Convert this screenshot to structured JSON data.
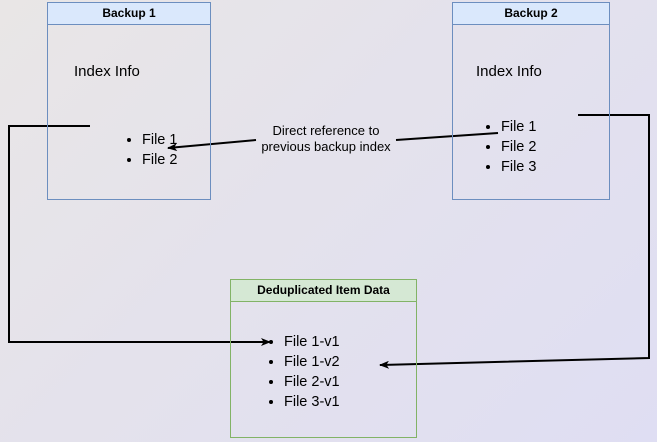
{
  "diagram": {
    "title": "Backup deduplication index reference diagram",
    "background": {
      "gradient_from": "#e9e6e6",
      "gradient_to": "#dfdef3"
    },
    "colors": {
      "blue_border": "#6c8ebf",
      "blue_fill": "#dae8fc",
      "green_border": "#82b366",
      "green_fill": "#d5e8d4",
      "edge": "#000000"
    },
    "nodes": {
      "backup1": {
        "header": "Backup 1",
        "section_label": "Index Info",
        "items": [
          "File 1",
          "File 2"
        ]
      },
      "backup2": {
        "header": "Backup 2",
        "section_label": "Index Info",
        "items": [
          "File 1",
          "File 2",
          "File 3"
        ]
      },
      "dedup": {
        "header": "Deduplicated Item Data",
        "items": [
          "File 1-v1",
          "File 1-v2",
          "File 2-v1",
          "File 3-v1"
        ]
      }
    },
    "annotations": {
      "direct_reference": {
        "line1": "Direct reference to",
        "line2": "previous backup index"
      }
    }
  }
}
